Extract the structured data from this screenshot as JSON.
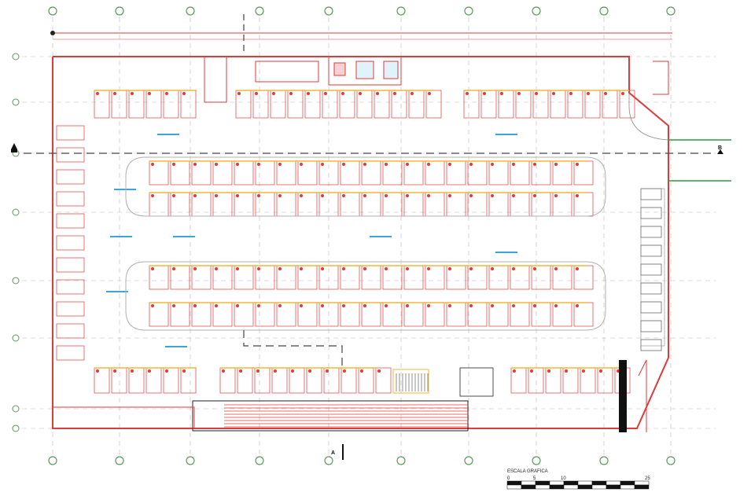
{
  "plan": {
    "scale_title": "ESCALA GRAFICA",
    "scale_ticks": [
      "0",
      "5",
      "10",
      "25"
    ],
    "section_markers": {
      "a": "A",
      "b": "B"
    },
    "colors": {
      "wall": "#e03a3a",
      "grid": "#b9b9b9",
      "axis_bubble": "#5c9b5c",
      "stall_line": "#f2b733",
      "stair": "#222222",
      "accent_blue": "#3aa6d9",
      "accent_green": "#2e9c3c"
    }
  }
}
